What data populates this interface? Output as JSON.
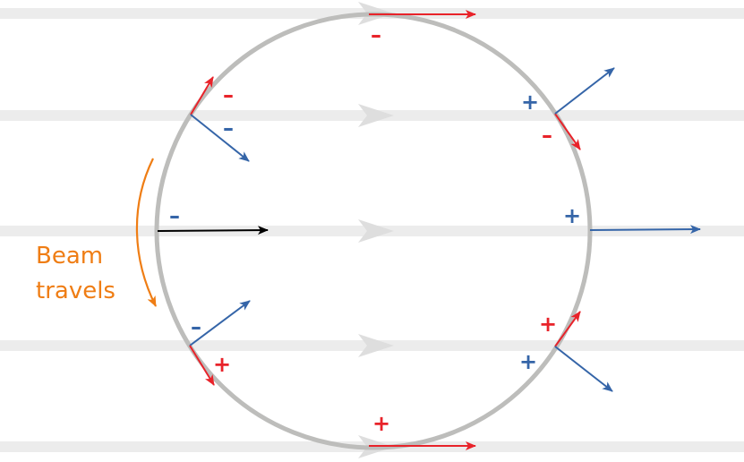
{
  "colors": {
    "background": "#ffffff",
    "field_line": "#ececec",
    "field_arrow": "#dedede",
    "ring": "#bdbdbb",
    "red": "#e8232a",
    "blue": "#3565a8",
    "black": "#000000",
    "orange": "#ef7d14"
  },
  "field_lines": [
    {
      "name": "field-line-1"
    },
    {
      "name": "field-line-2"
    },
    {
      "name": "field-line-3"
    },
    {
      "name": "field-line-4"
    },
    {
      "name": "field-line-5"
    }
  ],
  "ring": {
    "name": "beam-ring"
  },
  "vectors": [
    {
      "name": "red-vector-top",
      "color": "red"
    },
    {
      "name": "red-vector-bottom",
      "color": "red"
    },
    {
      "name": "red-vector-upper-left",
      "color": "red"
    },
    {
      "name": "blue-vector-upper-left",
      "color": "blue"
    },
    {
      "name": "red-vector-upper-right",
      "color": "red"
    },
    {
      "name": "blue-vector-upper-right",
      "color": "blue"
    },
    {
      "name": "black-vector-left",
      "color": "black"
    },
    {
      "name": "blue-vector-right",
      "color": "blue"
    },
    {
      "name": "blue-vector-lower-left",
      "color": "blue"
    },
    {
      "name": "red-vector-lower-left",
      "color": "red"
    },
    {
      "name": "red-vector-lower-right",
      "color": "red"
    },
    {
      "name": "blue-vector-lower-right",
      "color": "blue"
    }
  ],
  "signs": [
    {
      "name": "sign-top-red",
      "text": "–",
      "color": "red"
    },
    {
      "name": "sign-upper-left-red",
      "text": "–",
      "color": "red"
    },
    {
      "name": "sign-upper-left-blue",
      "text": "–",
      "color": "blue"
    },
    {
      "name": "sign-upper-right-blue",
      "text": "+",
      "color": "blue"
    },
    {
      "name": "sign-upper-right-red",
      "text": "–",
      "color": "red"
    },
    {
      "name": "sign-left-blue",
      "text": "–",
      "color": "blue"
    },
    {
      "name": "sign-right-blue",
      "text": "+",
      "color": "blue"
    },
    {
      "name": "sign-lower-left-blue",
      "text": "–",
      "color": "blue"
    },
    {
      "name": "sign-lower-left-red",
      "text": "+",
      "color": "red"
    },
    {
      "name": "sign-lower-right-red",
      "text": "+",
      "color": "red"
    },
    {
      "name": "sign-lower-right-blue",
      "text": "+",
      "color": "blue"
    },
    {
      "name": "sign-bottom-red",
      "text": "+",
      "color": "red"
    }
  ],
  "beam_label": {
    "line1": "Beam",
    "line2": "travels"
  }
}
